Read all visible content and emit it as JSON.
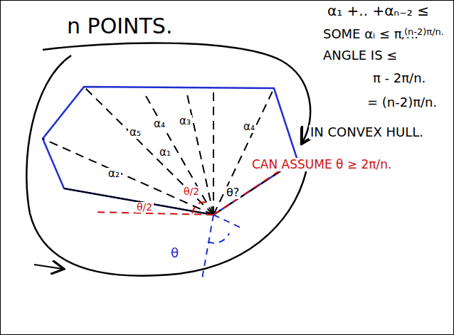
{
  "diagram": {
    "labels": [
      "n POINTS.",
      "α₁ +.. +αₙ₋₂ ≤",
      "SOME αᵢ ≤ π/n.",
      "(n-2)π/n.",
      "ANGLE IS ≤",
      "π - 2π/n.",
      "= (n-2)π/n.",
      "IN CONVEX HULL.",
      "CAN ASSUME θ ≥ 2π/n.",
      "α₅",
      "α₄",
      "α₃",
      "α₄",
      "α₁",
      "α₂",
      "θ/2",
      "θ/2",
      "θ",
      "θ?"
    ]
  }
}
